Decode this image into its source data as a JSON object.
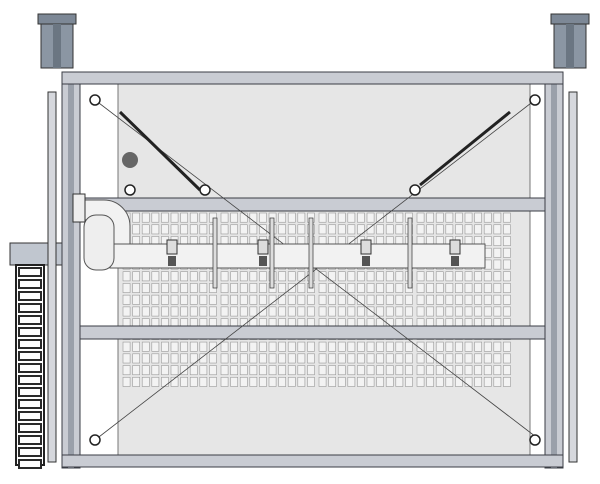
{
  "colors": {
    "frame": "#c9ccd3",
    "frame_edge": "#3a3d44",
    "panel": "#e4e4e4",
    "grid": "#9a9a9a",
    "pipe": "#f1f1f1",
    "motor": "#8b96a3",
    "chain": "#2a2a2a"
  },
  "grid_panels": 4,
  "grid_rows": 15,
  "grid_cols_per_panel": 10
}
